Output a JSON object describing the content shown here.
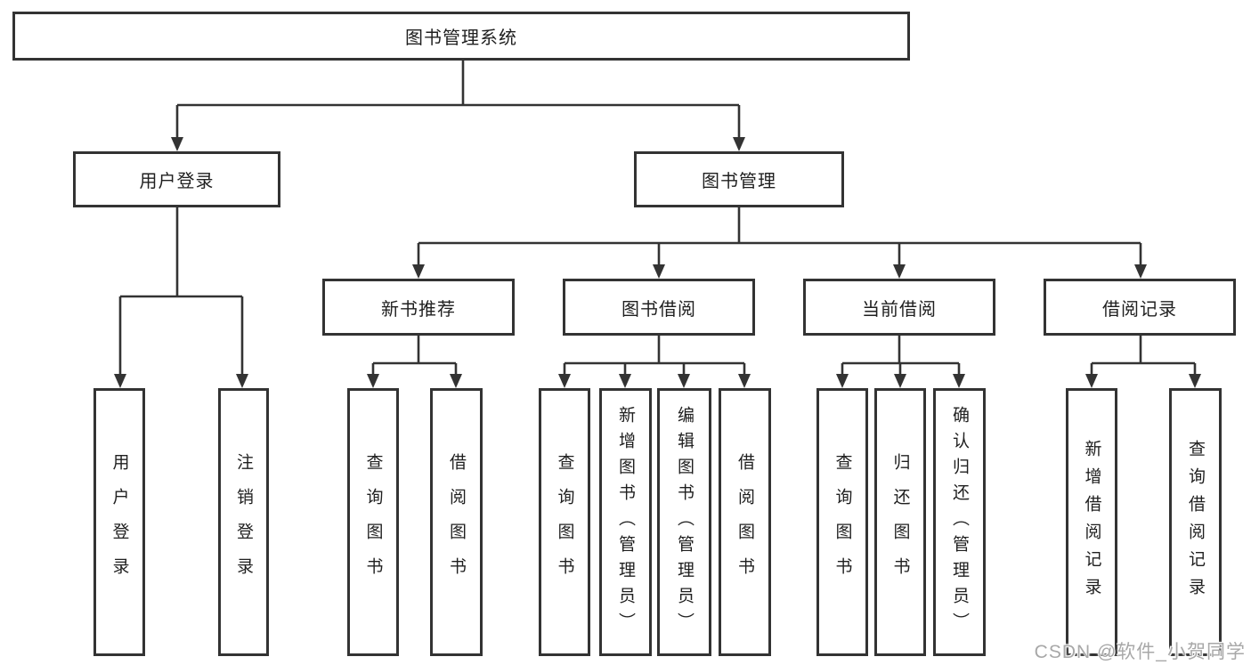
{
  "diagram": {
    "root": {
      "label": "图书管理系统"
    },
    "level2": [
      {
        "label": "用户登录"
      },
      {
        "label": "图书管理"
      }
    ],
    "level3": [
      {
        "label": "新书推荐"
      },
      {
        "label": "图书借阅"
      },
      {
        "label": "当前借阅"
      },
      {
        "label": "借阅记录"
      }
    ],
    "leaves": {
      "user_login": [
        {
          "label": "用户登录"
        },
        {
          "label": "注销登录"
        }
      ],
      "new_books": [
        {
          "label": "查询图书"
        },
        {
          "label": "借阅图书"
        }
      ],
      "book_borrow": [
        {
          "label": "查询图书"
        },
        {
          "label": "新增图书（管理员）"
        },
        {
          "label": "编辑图书（管理员）"
        },
        {
          "label": "借阅图书"
        }
      ],
      "current_borrow": [
        {
          "label": "查询图书"
        },
        {
          "label": "归还图书"
        },
        {
          "label": "确认归还（管理员）"
        }
      ],
      "borrow_records": [
        {
          "label": "新增借阅记录"
        },
        {
          "label": "查询借阅记录"
        }
      ]
    }
  },
  "watermark": {
    "text": "CSDN @软件_小贺同学"
  },
  "colors": {
    "line": "#333333",
    "box_border": "#333333",
    "box_fill": "#ffffff",
    "text": "#1f1f1f",
    "watermark": "#a8a8a8",
    "background": "#ffffff"
  }
}
